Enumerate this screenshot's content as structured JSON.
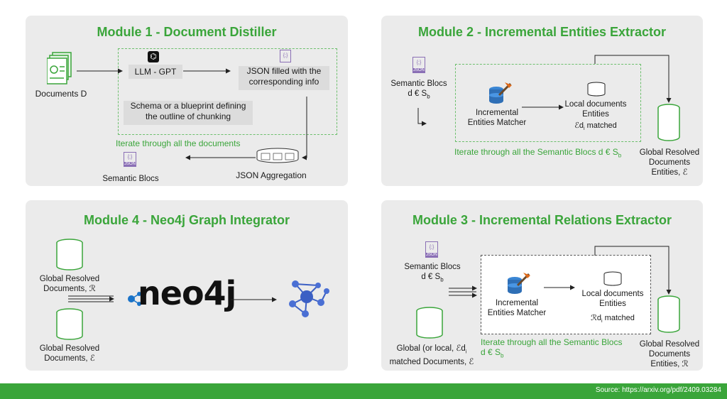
{
  "module1": {
    "title": "Module 1 - Document Distiller",
    "documents_label": "Documents D",
    "llm_label": "LLM - GPT",
    "json_filled": "JSON filled with the corresponding info",
    "schema": "Schema or a blueprint defining the outline of chunking",
    "iterate": "Iterate through all the documents",
    "aggregation": "JSON Aggregation",
    "semantic_blocs": "Semantic Blocs"
  },
  "module2": {
    "title": "Module 2 - Incremental Entities Extractor",
    "semantic_blocs": "Semantic Blocs",
    "d_in": "d € S",
    "sub_b": "b",
    "matcher": "Incremental Entities Matcher",
    "local_docs": "Local documents Entities",
    "matched": "ℰd",
    "matched_sub": "i",
    "matched_tail": " matched",
    "iterate": "Iterate through all the Semantic Blocs d € S",
    "iterate_sub": "b",
    "global": "Global Resolved Documents Entities, ℰ"
  },
  "module3": {
    "title": "Module 3 - Incremental Relations Extractor",
    "semantic_blocs": "Semantic Blocs",
    "d_in": "d € S",
    "sub_b": "b",
    "matcher": "Incremental Entities Matcher",
    "local_docs": "Local documents Entities",
    "matched": "ℛd",
    "matched_sub": "i",
    "matched_tail": " matched",
    "iterate": "Iterate through all the Semantic Blocs",
    "iterate2": "d € S",
    "iterate2_sub": "b",
    "global_left": "Global (or local, ℰd",
    "global_left_sub": "i",
    "global_left2": "matched Documents, ℰ",
    "global": "Global Resolved Documents Entities, ℛ"
  },
  "module4": {
    "title": "Module 4 - Neo4j Graph Integrator",
    "global_r": "Global Resolved Documents, ℛ",
    "global_e": "Global Resolved Documents, ℰ",
    "logo": "neo4j"
  },
  "footer": "Source: https://arxiv.org/pdf/2409.03284",
  "icons": {
    "json": "JSON",
    "json_glyph": "{;}"
  },
  "colors": {
    "accent": "#3aa53a",
    "panel": "#ebebeb",
    "neo4j_blue": "#1a73c8"
  }
}
